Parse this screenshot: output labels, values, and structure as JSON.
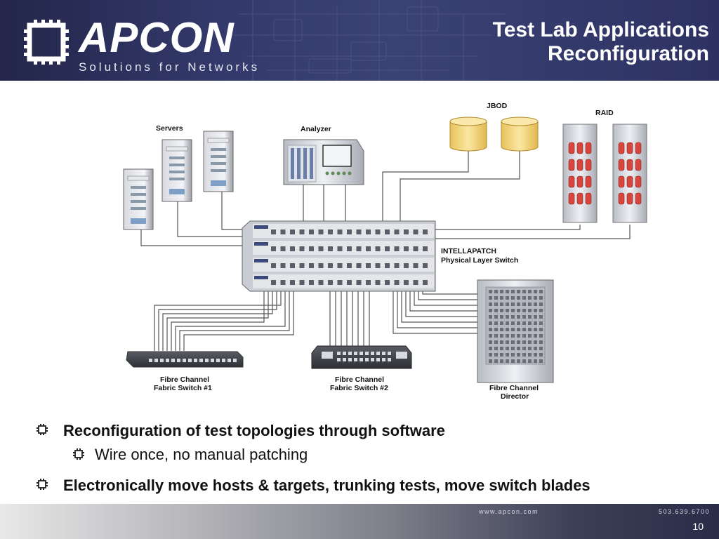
{
  "header": {
    "logo_text": "APCON",
    "logo_tagline": "Solutions for Networks",
    "title_line1": "Test Lab Applications",
    "title_line2": "Reconfiguration"
  },
  "diagram": {
    "servers_label": "Servers",
    "analyzer_label": "Analyzer",
    "jbod_label": "JBOD",
    "raid_label": "RAID",
    "switch_label_line1": "INTELLAPATCH",
    "switch_label_line2": "Physical Layer Switch",
    "fc_switch1_line1": "Fibre Channel",
    "fc_switch1_line2": "Fabric Switch #1",
    "fc_switch2_line1": "Fibre Channel",
    "fc_switch2_line2": "Fabric Switch #2",
    "fc_director_line1": "Fibre Channel",
    "fc_director_line2": "Director"
  },
  "bullets": [
    {
      "text": "Reconfiguration of test topologies through software",
      "level": 1
    },
    {
      "text": "Wire once, no manual patching",
      "level": 2
    },
    {
      "text": "Electronically move hosts & targets, trunking tests, move switch blades",
      "level": 1
    }
  ],
  "footer": {
    "url": "www.apcon.com",
    "phone": "503.639.6700",
    "page_number": "10"
  },
  "colors": {
    "header_bg": "#33396a",
    "disk_yellow": "#f5d77a",
    "raid_red": "#d8453c"
  }
}
